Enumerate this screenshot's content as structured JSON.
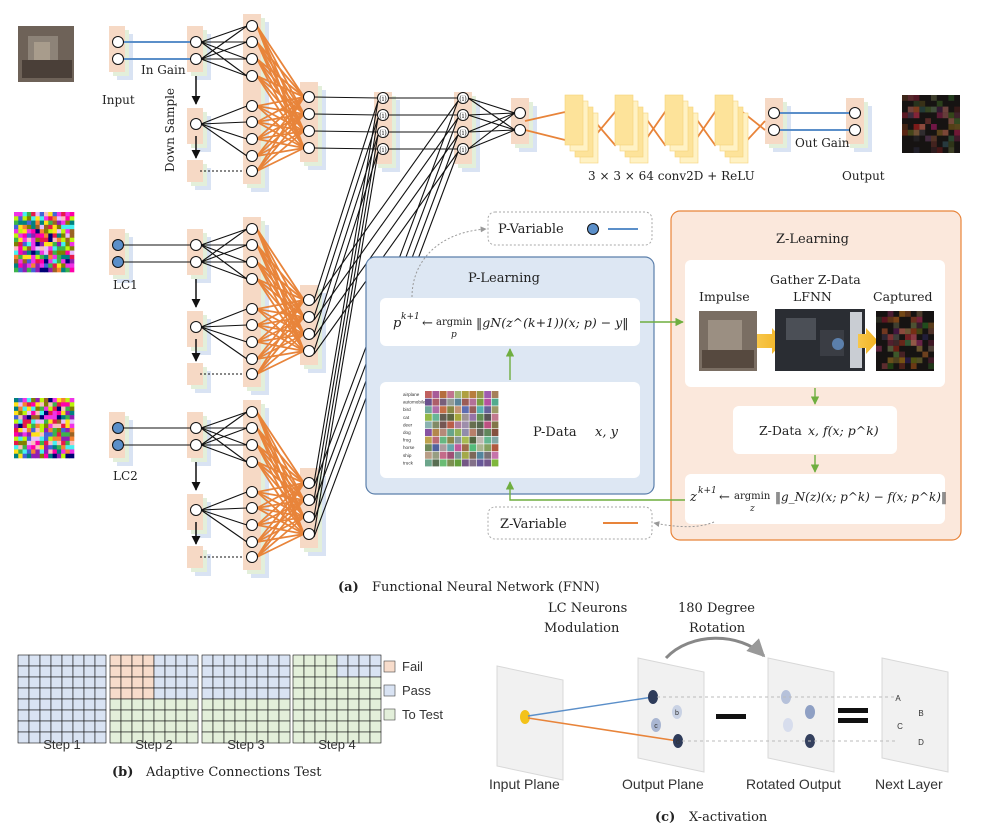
{
  "fnn": {
    "input_label": "Input",
    "in_gain_label": "In Gain",
    "down_sample_label": "Down Sample",
    "lc1_label": "LC1",
    "lc2_label": "LC2",
    "conv_label": "3 × 3 × 64 conv2D + ReLU",
    "out_gain_label": "Out Gain",
    "output_label": "Output",
    "add_symbol": "(i)",
    "caption_letter": "(a)",
    "caption": "Functional Neural Network (FNN)"
  },
  "p_variable": {
    "label": "P-Variable"
  },
  "z_variable": {
    "label": "Z-Variable"
  },
  "p_learning": {
    "title": "P-Learning",
    "formula_lhs": "p",
    "formula_sup": "k+1",
    "formula_arrow": "←",
    "formula_op": "argmin",
    "formula_sub": "p",
    "formula_body": "‖gN(z^(k+1))(x; p) − y‖",
    "pdata_label": "P-Data",
    "pdata_vars": "x, y",
    "classes": [
      "airplane",
      "automobile",
      "bird",
      "cat",
      "deer",
      "dog",
      "frog",
      "horse",
      "ship",
      "truck"
    ]
  },
  "z_learning": {
    "title": "Z-Learning",
    "gather_label": "Gather Z-Data",
    "lfnn_label": "LFNN",
    "impulse_label": "Impulse",
    "captured_label": "Captured",
    "zdata_label": "Z-Data",
    "zdata_vars": "x, f(x; p^k)",
    "formula_lhs": "z",
    "formula_sup": "k+1",
    "formula_arrow": "←",
    "formula_op": "argmin",
    "formula_sub": "z",
    "formula_body": "‖g_N(z)(x; p^k) − f(x; p^k)‖"
  },
  "adaptive": {
    "steps": [
      "Step 1",
      "Step 2",
      "Step 3",
      "Step 4"
    ],
    "legend": [
      {
        "label": "Fail",
        "color": "#f7dccb"
      },
      {
        "label": "Pass",
        "color": "#d9e3f3"
      },
      {
        "label": "To Test",
        "color": "#e3efda"
      }
    ],
    "caption_letter": "(b)",
    "caption": "Adaptive Connections Test"
  },
  "xact": {
    "title_left": [
      "LC Neurons",
      "Modulation"
    ],
    "title_right": [
      "180 Degree",
      "Rotation"
    ],
    "planes": [
      "Input Plane",
      "Output Plane",
      "Rotated Output",
      "Next Layer"
    ],
    "minus": "−",
    "equals": "=",
    "out_letters": [
      "b",
      "c",
      "d"
    ],
    "next_letters": [
      "A",
      "B",
      "C",
      "D"
    ],
    "caption_letter": "(c)",
    "caption": "X-activation"
  },
  "colors": {
    "orange": "#e8843a",
    "blue": "#5b8fc9",
    "pfill": "#dde7f3",
    "zfill": "#fbe8dc",
    "neuronstack1": "#f6d9c5",
    "neuronstack2": "#e3efda",
    "neuronstack3": "#d9e3f3"
  }
}
